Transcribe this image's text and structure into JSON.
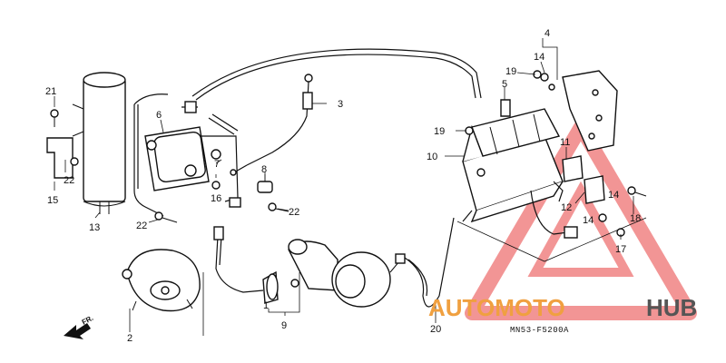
{
  "diagram": {
    "callouts": {
      "c1": "1",
      "c2": "2",
      "c3": "3",
      "c4": "4",
      "c5": "5",
      "c6": "6",
      "c7": "7",
      "c8": "8",
      "c9": "9",
      "c10": "10",
      "c11": "11",
      "c12": "12",
      "c13": "13",
      "c14a": "14",
      "c14b": "14",
      "c14c": "14",
      "c15": "15",
      "c16": "16",
      "c17": "17",
      "c18": "18",
      "c19a": "19",
      "c19b": "19",
      "c20": "20",
      "c21": "21",
      "c22a": "22",
      "c22b": "22",
      "c22c": "22"
    },
    "diagram_code": "MN53-F5200A",
    "direction_label": "FR."
  },
  "watermark": {
    "text_orange": "AUTOMOTO",
    "text_gray": "HUB",
    "color_orange": "#f0a040",
    "color_gray": "#555555",
    "triangle_color": "#e84040"
  }
}
